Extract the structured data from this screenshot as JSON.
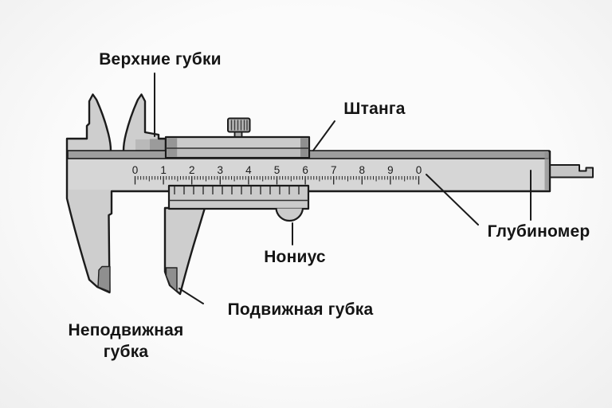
{
  "labels": {
    "upper_jaws": "Верхние губки",
    "beam": "Штанга",
    "depth_gauge": "Глубиномер",
    "vernier": "Нониус",
    "movable_jaw": "Подвижная губка",
    "fixed_jaw": "Неподвижная\nгубка"
  },
  "main_scale": {
    "numbers": [
      "0",
      "1",
      "2",
      "3",
      "4",
      "5",
      "6",
      "7",
      "8",
      "9",
      "0"
    ],
    "minor_divisions_per_unit": 10
  },
  "vernier_scale": {
    "tick_count": 14
  },
  "colors": {
    "background": "#f7f7f7",
    "metal_light": "#d6d6d6",
    "metal_mid": "#cecece",
    "metal_dark": "#9e9e9e",
    "inset_dark": "#8f8f8f",
    "outline": "#1b1b1b",
    "text": "#141414"
  }
}
